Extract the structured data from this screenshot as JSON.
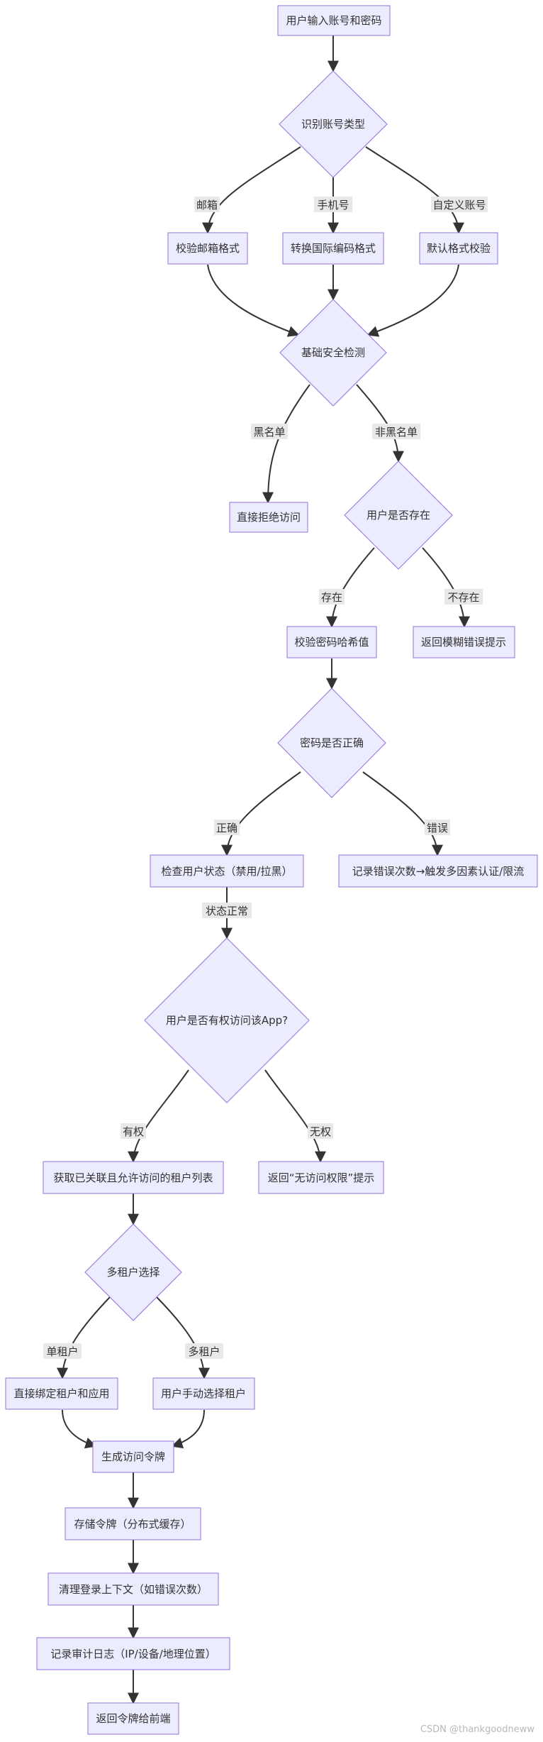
{
  "nodes": {
    "n1": "用户输入账号和密码",
    "d1": "识别账号类型",
    "n2": "校验邮箱格式",
    "n3": "转换国际编码格式",
    "n4": "默认格式校验",
    "d2": "基础安全检测",
    "n5": "直接拒绝访问",
    "d3": "用户是否存在",
    "n6": "校验密码哈希值",
    "n7": "返回模糊错误提示",
    "d4": "密码是否正确",
    "n8": "检查用户状态（禁用/拉黑）",
    "n9": "记录错误次数→触发多因素认证/限流",
    "d5": "用户是否有权访问该App?",
    "n10": "获取已关联且允许访问的租户列表",
    "n11": "返回“无访问权限”提示",
    "d6": "多租户选择",
    "n12": "直接绑定租户和应用",
    "n13": "用户手动选择租户",
    "n14": "生成访问令牌",
    "n15": "存储令牌（分布式缓存）",
    "n16": "清理登录上下文（如错误次数）",
    "n17": "记录审计日志（IP/设备/地理位置）",
    "n18": "返回令牌给前端"
  },
  "edge_labels": {
    "email": "邮箱",
    "phone": "手机号",
    "custom": "自定义账号",
    "blacklist": "黑名单",
    "not_blacklist": "非黑名单",
    "exists": "存在",
    "not_exists": "不存在",
    "correct": "正确",
    "wrong": "错误",
    "status_ok": "状态正常",
    "authorized": "有权",
    "unauthorized": "无权",
    "single_tenant": "单租户",
    "multi_tenant": "多租户"
  },
  "colors": {
    "node_fill": "#ECECFF",
    "node_stroke": "#9370DB",
    "edge": "#333333",
    "text": "#333333",
    "label_bg": "#E8E8E8"
  },
  "watermark": "CSDN @thankgoodneww"
}
